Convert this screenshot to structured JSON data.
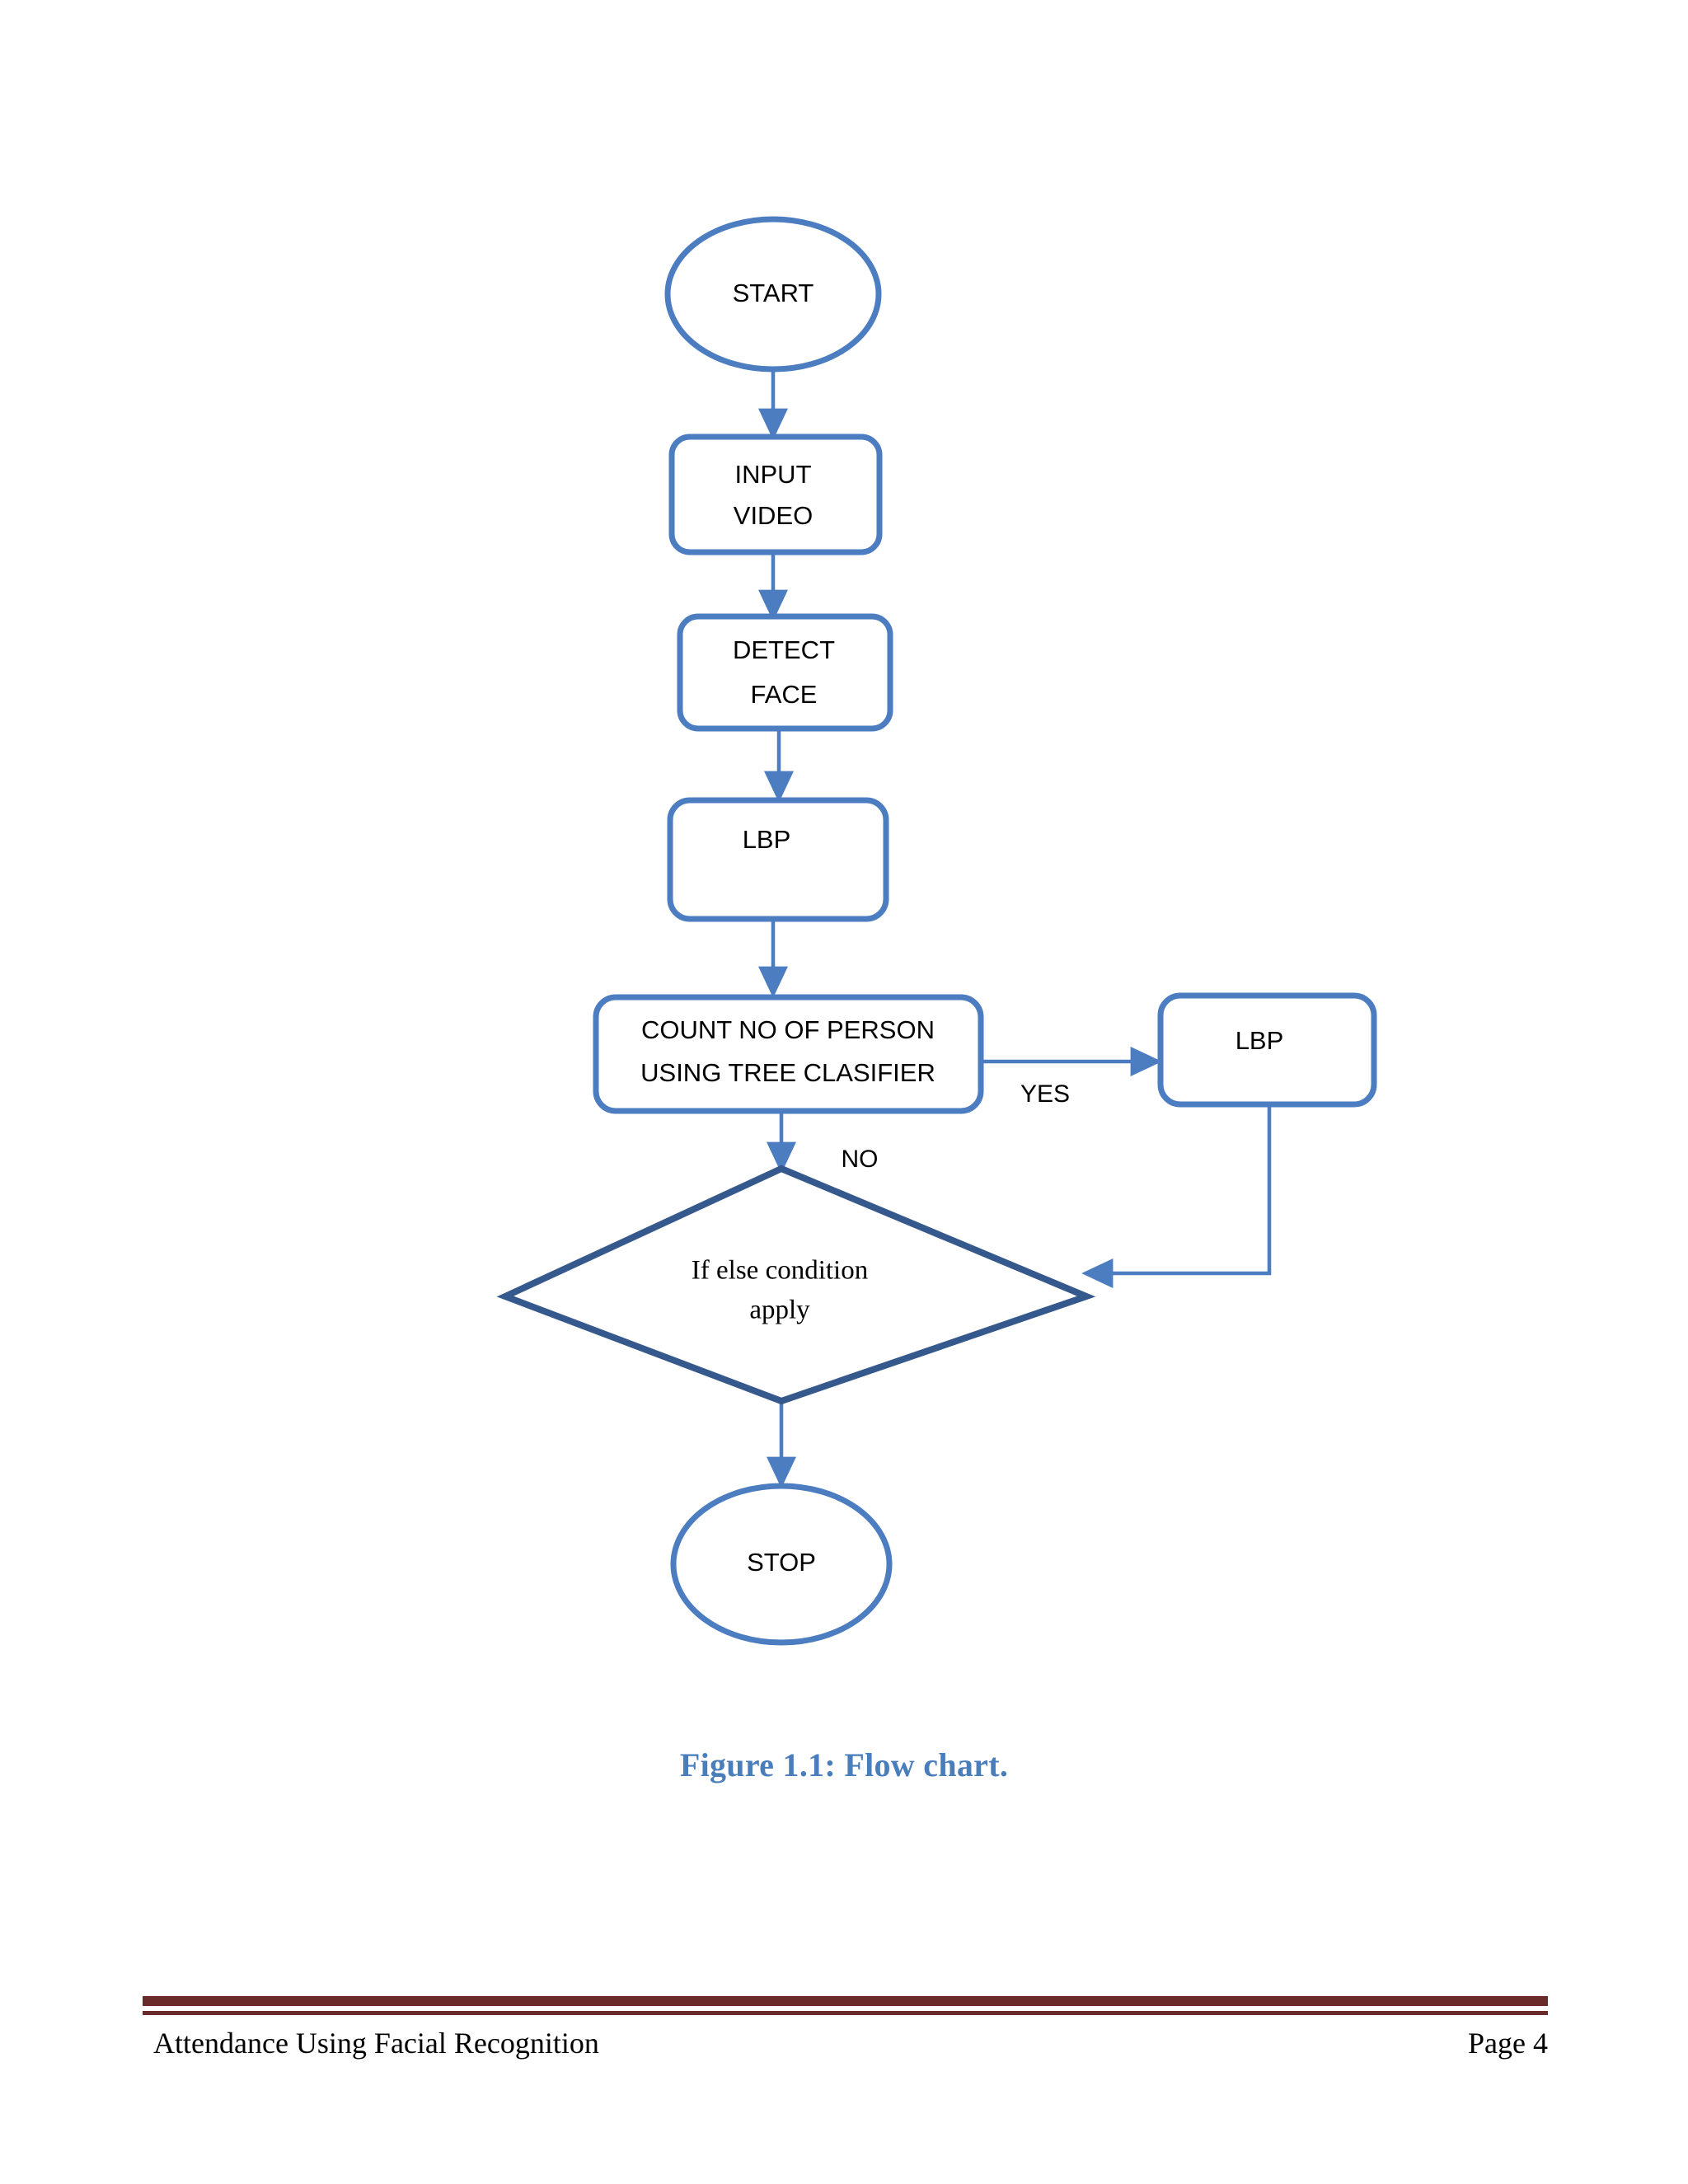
{
  "document": {
    "footer_left": "Attendance Using Facial Recognition",
    "footer_right": "Page 4"
  },
  "figure": {
    "caption": "Figure 1.1: Flow chart."
  },
  "colors": {
    "shape_blue": "#4b7dc0",
    "diamond_blue": "#35598c",
    "connector_blue": "#4b7dc0",
    "caption_blue": "#4a7ebb",
    "footer_maroon": "#6b2b2b",
    "text_black": "#000000"
  },
  "chart_data": {
    "type": "diagram",
    "title": "Figure 1.1: Flow chart.",
    "nodes": [
      {
        "id": "start",
        "shape": "ellipse",
        "label": "START"
      },
      {
        "id": "input",
        "shape": "rounded-rect",
        "label_line1": "INPUT",
        "label_line2": "VIDEO"
      },
      {
        "id": "detect",
        "shape": "rounded-rect",
        "label_line1": "DETECT",
        "label_line2": "FACE"
      },
      {
        "id": "lbp1",
        "shape": "rounded-rect",
        "label": "LBP"
      },
      {
        "id": "count",
        "shape": "rounded-rect",
        "label_line1": "COUNT NO OF PERSON",
        "label_line2": "USING TREE CLASIFIER"
      },
      {
        "id": "lbp2",
        "shape": "rounded-rect",
        "label": "LBP"
      },
      {
        "id": "decision",
        "shape": "diamond",
        "label_line1": "If else condition",
        "label_line2": "apply"
      },
      {
        "id": "stop",
        "shape": "ellipse",
        "label": "STOP"
      }
    ],
    "edges": [
      {
        "from": "start",
        "to": "input",
        "label": ""
      },
      {
        "from": "input",
        "to": "detect",
        "label": ""
      },
      {
        "from": "detect",
        "to": "lbp1",
        "label": ""
      },
      {
        "from": "lbp1",
        "to": "count",
        "label": ""
      },
      {
        "from": "count",
        "to": "lbp2",
        "label": "YES"
      },
      {
        "from": "count",
        "to": "decision",
        "label": "NO"
      },
      {
        "from": "lbp2",
        "to": "decision",
        "label": ""
      },
      {
        "from": "decision",
        "to": "stop",
        "label": ""
      }
    ]
  },
  "flowchart": {
    "start_label": "START",
    "input_line1": "INPUT",
    "input_line2": "VIDEO",
    "detect_line1": "DETECT",
    "detect_line2": "FACE",
    "lbp1_label": "LBP",
    "count_line1": "COUNT NO OF PERSON",
    "count_line2": "USING TREE CLASIFIER",
    "lbp2_label": "LBP",
    "decision_line1": "If else condition",
    "decision_line2": "apply",
    "stop_label": "STOP",
    "edge_yes": "YES",
    "edge_no": "NO"
  }
}
